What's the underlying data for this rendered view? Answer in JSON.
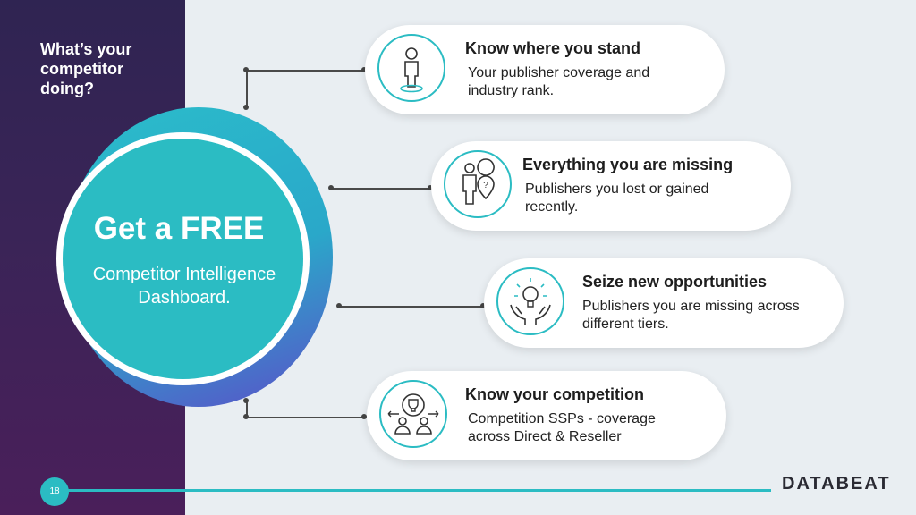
{
  "sidebar": {
    "heading": "What’s your competitor doing?"
  },
  "hero": {
    "title": "Get a FREE",
    "subtitle": "Competitor Intelligence Dashboard."
  },
  "cards": [
    {
      "title": "Know where you stand",
      "desc": "Your publisher coverage and industry rank.",
      "icon": "person-standing-icon"
    },
    {
      "title": "Everything you are missing",
      "desc": "Publishers you lost or gained recently.",
      "icon": "person-question-pin-icon"
    },
    {
      "title": "Seize new opportunities",
      "desc": "Publishers you are missing across different tiers.",
      "icon": "hands-lightbulb-icon"
    },
    {
      "title": "Know your competition",
      "desc": "Competition SSPs - coverage across Direct & Reseller",
      "icon": "trophy-competitors-icon"
    }
  ],
  "footer": {
    "page_number": "18",
    "logo_text": "DATABEAT"
  },
  "colors": {
    "accent": "#2bbcc3",
    "dark": "#2f2452",
    "gradient_end": "#5b4fc9"
  }
}
